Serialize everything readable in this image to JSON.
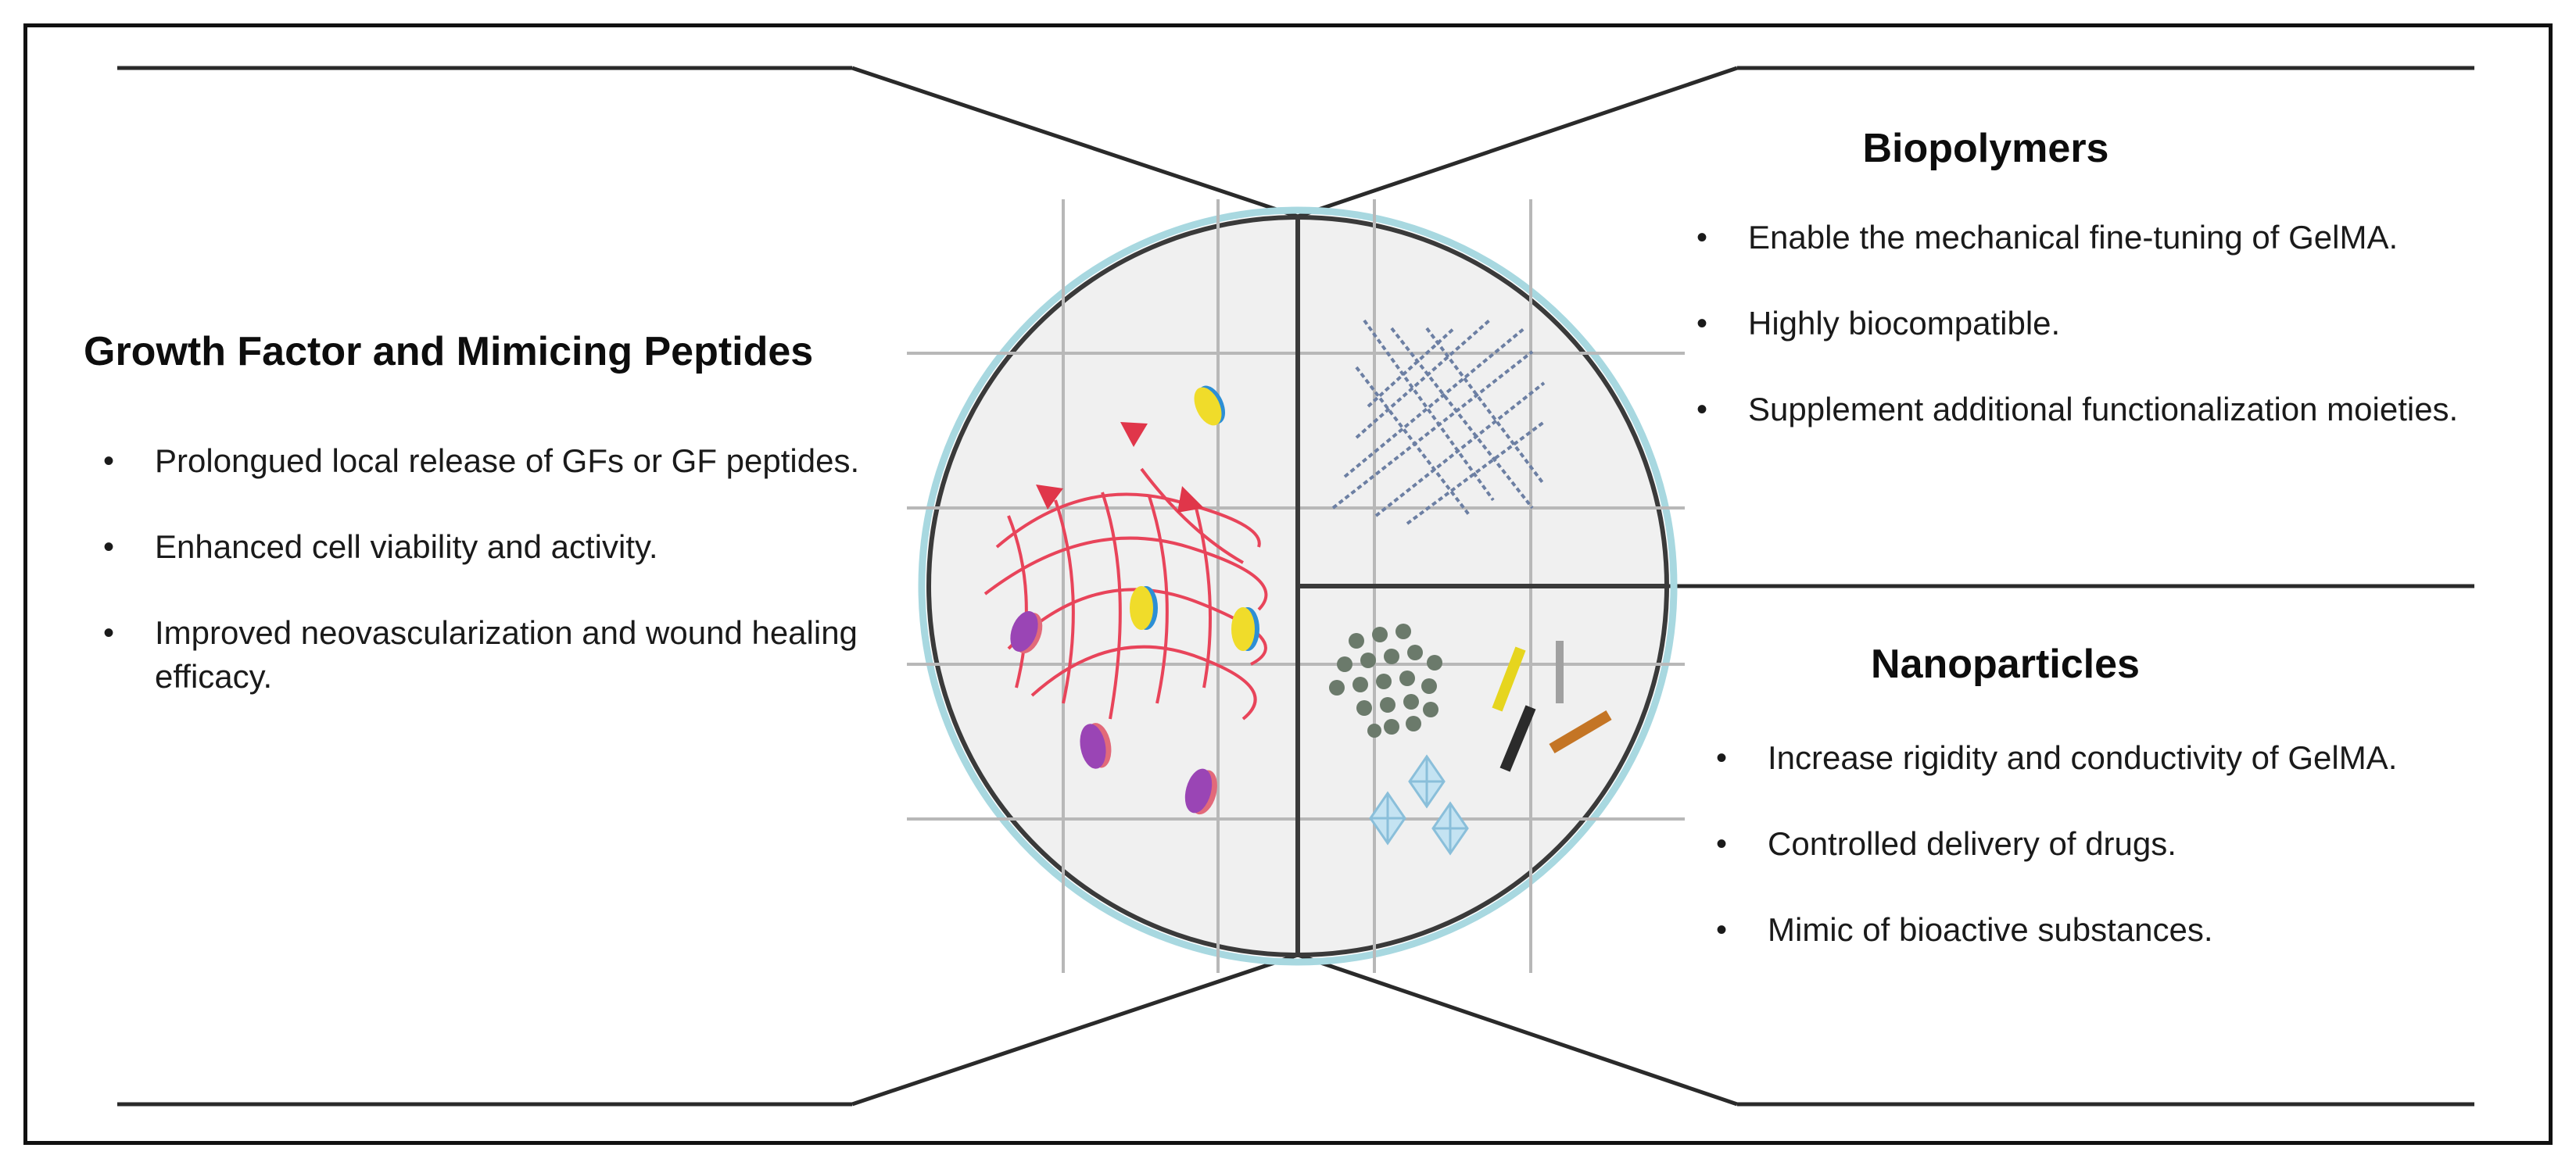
{
  "sections": {
    "growth_factor": {
      "title": "Growth Factor and Mimicing Peptides",
      "bullets": [
        "Prolongued local release of GFs or GF peptides.",
        "Enhanced cell viability and activity.",
        "Improved neovascularization and wound healing efficacy."
      ]
    },
    "biopolymers": {
      "title": "Biopolymers",
      "bullets": [
        "Enable the mechanical fine-tuning of GelMA.",
        "Highly biocompatible.",
        "Supplement additional functionalization moieties."
      ]
    },
    "nanoparticles": {
      "title": "Nanoparticles",
      "bullets": [
        "Increase rigidity and conductivity of GelMA.",
        "Controlled delivery of drugs.",
        "Mimic of bioactive substances."
      ]
    }
  },
  "bullet_symbol": "•",
  "colors": {
    "frame": "#111111",
    "circle_fill": "#f0f0f0",
    "circle_outline": "#3a3a3a",
    "circle_halo": "#a8d8e0",
    "grid": "#b8b8b8",
    "growth_factor_fibers": "#e8445a",
    "peptide_triangles": "#e0364a",
    "polymer_mesh": "#6c7fa3",
    "nanoparticle_beads": "#6b7a6b",
    "crystals": "#a8d4ec",
    "rod_yellow": "#e6d51e",
    "rod_black": "#2b2b2b",
    "rod_orange": "#c47525",
    "rod_grey": "#a0a0a0"
  }
}
